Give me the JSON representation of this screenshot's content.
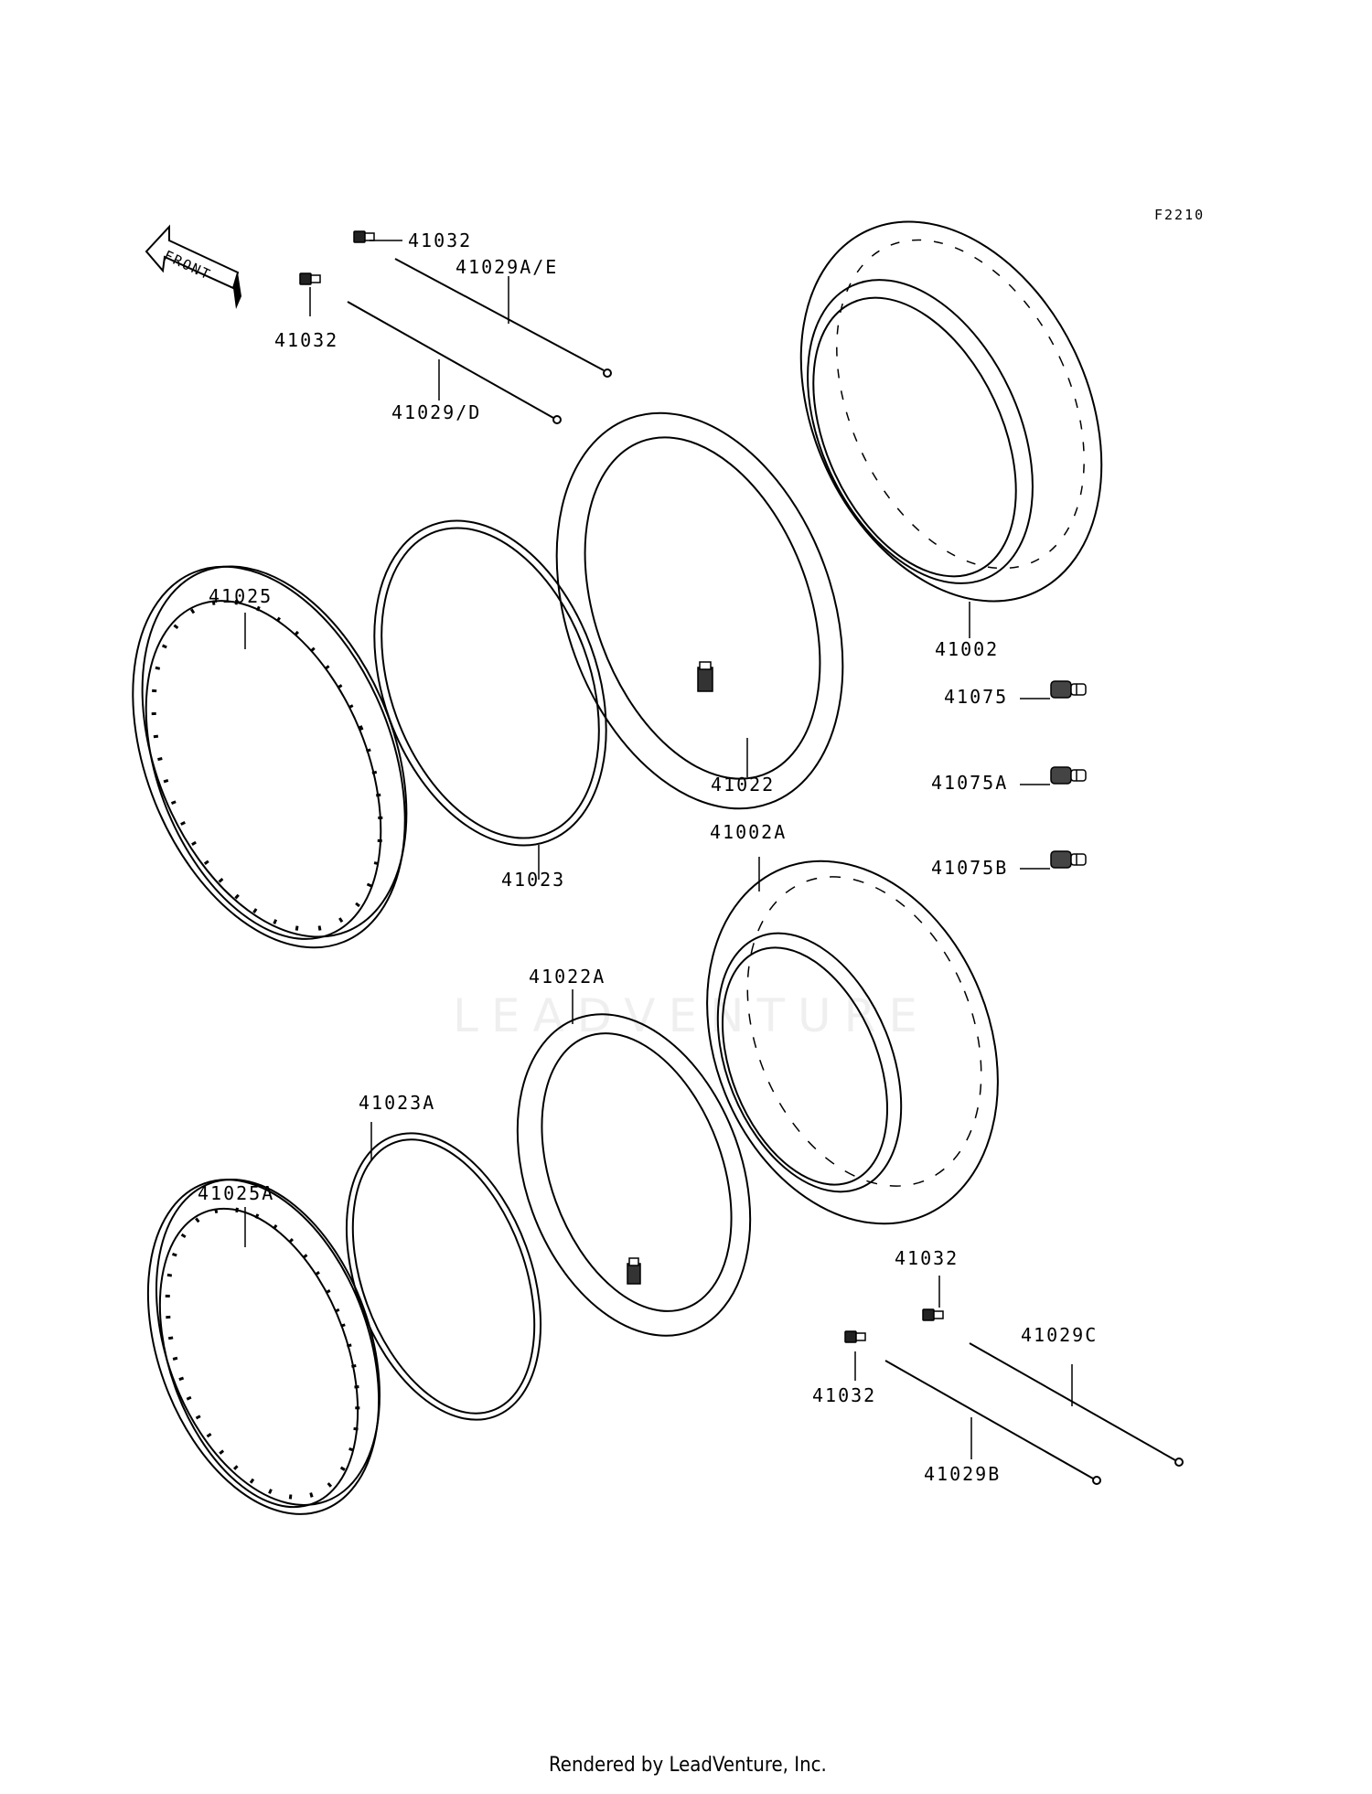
{
  "figure_code": "F2210",
  "front_label": "FRONT",
  "watermark_text": "LEADVENTURE",
  "footer_text": "Rendered by LeadVenture, Inc.",
  "parts": [
    {
      "number": "41032"
    },
    {
      "number": "41029A/E"
    },
    {
      "number": "41032"
    },
    {
      "number": "41029/D"
    },
    {
      "number": "41025"
    },
    {
      "number": "41023"
    },
    {
      "number": "41022"
    },
    {
      "number": "41002"
    },
    {
      "number": "41075"
    },
    {
      "number": "41075A"
    },
    {
      "number": "41075B"
    },
    {
      "number": "41002A"
    },
    {
      "number": "41022A"
    },
    {
      "number": "41023A"
    },
    {
      "number": "41025A"
    },
    {
      "number": "41032"
    },
    {
      "number": "41032"
    },
    {
      "number": "41029C"
    },
    {
      "number": "41029B"
    }
  ]
}
